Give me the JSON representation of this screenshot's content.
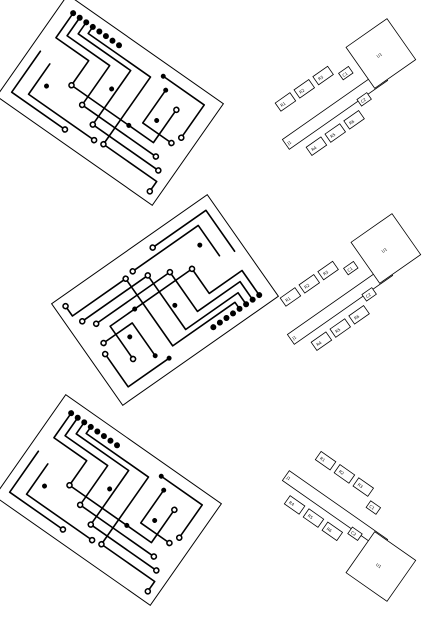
{
  "sheet": {
    "rows": [
      {
        "copper": {
          "name": "copper-top"
        },
        "silk": {
          "name": "silk-top",
          "mirrored": false,
          "labels": [
            "J1",
            "R1",
            "R2",
            "R3",
            "R4",
            "R5",
            "R6",
            "C1",
            "C2",
            "U1"
          ]
        }
      },
      {
        "copper": {
          "name": "copper-middle"
        },
        "silk": {
          "name": "silk-middle",
          "mirrored": false,
          "labels": [
            "J1",
            "R1",
            "R2",
            "R3",
            "R4",
            "R5",
            "R6",
            "C1",
            "C2",
            "U1"
          ]
        }
      },
      {
        "copper": {
          "name": "copper-bottom"
        },
        "silk": {
          "name": "silk-bottom",
          "mirrored": true,
          "labels": [
            "J1",
            "R1",
            "R2",
            "R3",
            "R4",
            "R5",
            "R6",
            "C1",
            "C2",
            "U1"
          ]
        }
      }
    ]
  }
}
